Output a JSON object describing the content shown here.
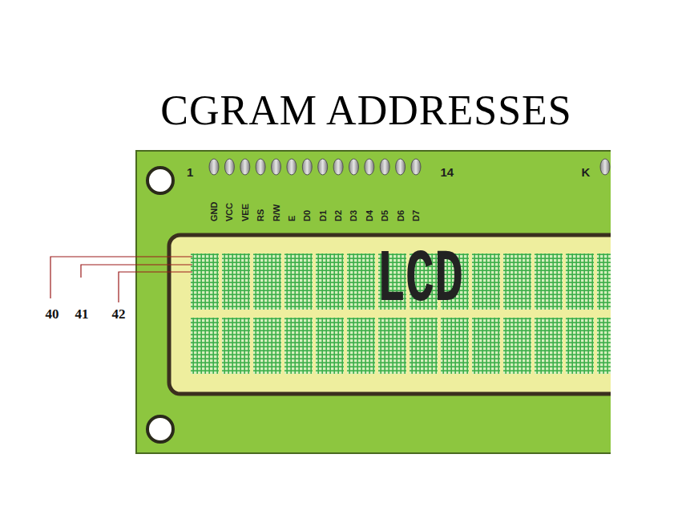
{
  "diagram": {
    "title": "CGRAM ADDRESSES",
    "labels": [
      "1",
      "14",
      "K",
      "GND",
      "VCC",
      "VEE",
      "RS",
      "R/W",
      "E",
      "D0",
      "D1",
      "D2",
      "D3",
      "D4",
      "D5",
      "D6",
      "D7",
      "LCD",
      "40",
      "41",
      "42"
    ]
  }
}
